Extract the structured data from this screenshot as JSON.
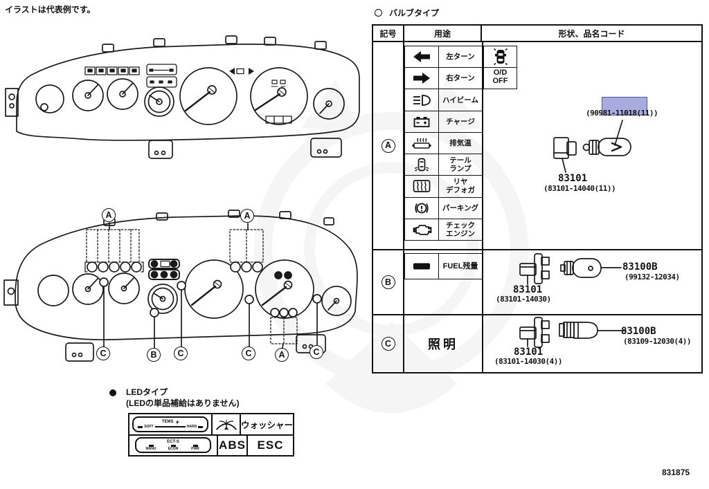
{
  "page": {
    "note": "イラストは代表例です。",
    "page_number": "831875",
    "highlight_color": "#a8abdd"
  },
  "bulb_section": {
    "marker": "bulb-type-circle-marker",
    "title": "バルブタイプ",
    "table": {
      "headers": {
        "symbol": "記号",
        "usage": "用途",
        "shape": "形状、品名コード"
      },
      "sections": {
        "a": {
          "symbol": "A",
          "rows": [
            {
              "icon": "left-turn-arrow-icon",
              "label": "左ターン"
            },
            {
              "icon": "right-turn-arrow-icon",
              "label": "右ターン"
            },
            {
              "icon": "high-beam-icon",
              "label": "ハイビーム"
            },
            {
              "icon": "charge-battery-icon",
              "label": "チャージ"
            },
            {
              "icon": "exhaust-temp-icon",
              "label": "排気温"
            },
            {
              "icon": "tail-lamp-icon",
              "label": "テール\nランプ"
            },
            {
              "icon": "rear-defogger-icon",
              "label": "リヤ\nデフォガ"
            },
            {
              "icon": "parking-brake-icon",
              "label": "パーキング"
            },
            {
              "icon": "check-engine-icon",
              "label": "チェック\nエンジン"
            }
          ],
          "extra_indicators": [
            {
              "icon": "car-top-view-icon",
              "label": ""
            },
            {
              "icon": "od-off-text",
              "label": "O/D\nOFF"
            }
          ],
          "parts": {
            "bulb_code": "(90981-11018(11))",
            "socket_number": "83101",
            "socket_code": "(83101-14040(11))"
          }
        },
        "b": {
          "symbol": "B",
          "rows": [
            {
              "icon": "fuel-level-icon",
              "label": "FUEL残量"
            }
          ],
          "parts": {
            "socket_number": "83101",
            "socket_code": "(83101-14030)",
            "bulb_number": "83100B",
            "bulb_code": "(99132-12034)"
          }
        },
        "c": {
          "symbol": "C",
          "label": "照明",
          "parts": {
            "socket_number": "83101",
            "socket_code": "(83101-14030(4))",
            "bulb_number": "83100B",
            "bulb_code": "(83109-12030(4))"
          }
        }
      }
    }
  },
  "cluster_callouts": {
    "a": "A",
    "b": "B",
    "c": "C"
  },
  "led_section": {
    "marker": "led-type-dot-marker",
    "title": "LEDタイプ",
    "note": "(LEDの単品補給はありません)",
    "tems": {
      "title": "TEMS",
      "left": "SOFT",
      "right": "HARD"
    },
    "ects": {
      "title": "ECT-S",
      "labels": [
        "MANU",
        "ECON",
        "PWR"
      ]
    },
    "washer_icon": "windshield-washer-icon",
    "washer_label": "ウォッシャー",
    "abs_label": "ABS",
    "esc_label": "ESC"
  }
}
